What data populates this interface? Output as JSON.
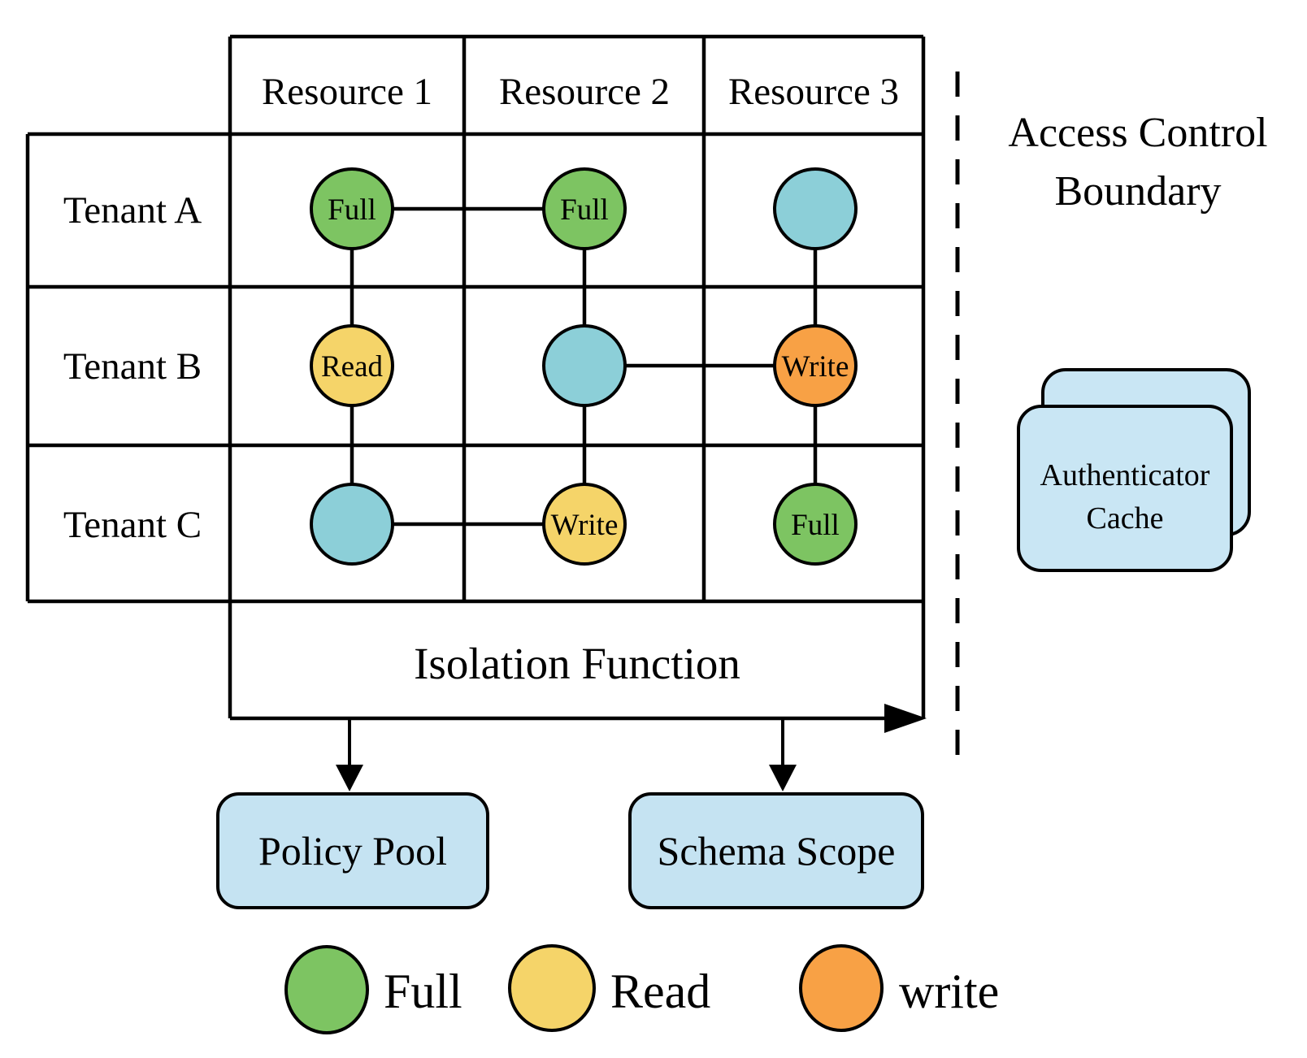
{
  "table": {
    "columns": [
      "Resource 1",
      "Resource 2",
      "Resource 3"
    ],
    "rows": [
      "Tenant A",
      "Tenant B",
      "Tenant C"
    ],
    "cells": [
      {
        "tenant": "Tenant A",
        "resource": "Resource 1",
        "permission": "Full",
        "color": "#7dc462"
      },
      {
        "tenant": "Tenant A",
        "resource": "Resource 2",
        "permission": "Full",
        "color": "#7dc462"
      },
      {
        "tenant": "Tenant A",
        "resource": "Resource 3",
        "permission": "",
        "color": "#8ccfd8"
      },
      {
        "tenant": "Tenant B",
        "resource": "Resource 1",
        "permission": "Read",
        "color": "#f5d469"
      },
      {
        "tenant": "Tenant B",
        "resource": "Resource 2",
        "permission": "",
        "color": "#8ccfd8"
      },
      {
        "tenant": "Tenant B",
        "resource": "Resource 3",
        "permission": "Write",
        "color": "#f8a145"
      },
      {
        "tenant": "Tenant C",
        "resource": "Resource 1",
        "permission": "",
        "color": "#8ccfd8"
      },
      {
        "tenant": "Tenant C",
        "resource": "Resource 2",
        "permission": "Write",
        "color": "#f5d469"
      },
      {
        "tenant": "Tenant C",
        "resource": "Resource 3",
        "permission": "Full",
        "color": "#7dc462"
      }
    ]
  },
  "isolation_function": {
    "label": "Isolation Function"
  },
  "outputs": {
    "policy_pool": "Policy Pool",
    "schema_scope": "Schema Scope"
  },
  "boundary": {
    "line1": "Access Control",
    "line2": "Boundary"
  },
  "authenticator_cache": {
    "line1": "Authenticator",
    "line2": "Cache"
  },
  "legend": {
    "items": [
      {
        "label": "Full",
        "color": "#7dc462"
      },
      {
        "label": "Read",
        "color": "#f5d469"
      },
      {
        "label": "write",
        "color": "#f8a145"
      }
    ]
  },
  "colors": {
    "full": "#7dc462",
    "read": "#f5d469",
    "write": "#f8a145",
    "unassigned": "#8ccfd8",
    "box_fill": "#c5e3f2",
    "cache_fill": "#c9e6f4",
    "line": "#000000"
  }
}
